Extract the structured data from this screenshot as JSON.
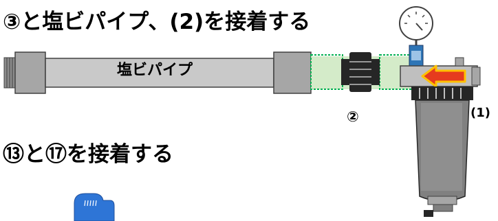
{
  "diagram": {
    "step_top": "③と塩ビパイプ、(2)を接着する",
    "step_bottom": "⑬と⑰を接着する",
    "pipe_label": "塩ビパイプ",
    "part2_label": "②",
    "part1_label": "(1)"
  },
  "colors": {
    "pipe_fill": "#a6a6a6",
    "pipe_band": "#c9c9c9",
    "socket_fill": "#bfbfbf",
    "dark_part": "#262626",
    "highlight_green": "#00b050",
    "glue_area": "#d4ebc9",
    "arrow_fill": "#e63b1e",
    "arrow_outline": "#ffc000",
    "gauge_blue": "#2e75b6",
    "elbow_blue": "#2e75d6"
  }
}
